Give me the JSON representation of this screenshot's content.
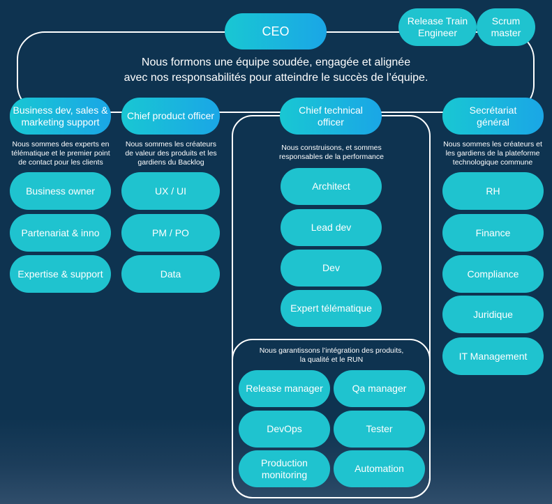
{
  "top": {
    "ceo": "CEO",
    "release_train_engineer": "Release Train\nEngineer",
    "scrum_master": "Scrum\nmaster",
    "mission_line1": "Nous formons une équipe soudée, engagée et alignée",
    "mission_line2": "avec nos responsabilités pour atteindre le succès de l’équipe."
  },
  "columns": {
    "business": {
      "title": "Business dev, sales &\nmarketing support",
      "desc": "Nous sommes des experts en\ntélématique et le premier point\nde contact pour les clients",
      "items": [
        "Business owner",
        "Partenariat & inno",
        "Expertise & support"
      ]
    },
    "product": {
      "title": "Chief product officer",
      "desc": "Nous sommes les créateurs\nde valeur des produits et les\ngardiens du Backlog",
      "items": [
        "UX / UI",
        "PM / PO",
        "Data"
      ]
    },
    "technical": {
      "title": "Chief technical\nofficer",
      "desc": "Nous construisons, et sommes\nresponsables de la performance",
      "items": [
        "Architect",
        "Lead dev",
        "Dev",
        "Expert télématique"
      ],
      "run_desc": "Nous garantissons l’intégration des produits,\nla qualité et le RUN",
      "run_items": [
        "Release manager",
        "Qa manager",
        "DevOps",
        "Tester",
        "Production\nmonitoring",
        "Automation"
      ]
    },
    "secretariat": {
      "title": "Secrétariat\ngénéral",
      "desc": "Nous sommes les créateurs et\nles gardiens de la plateforme\ntechnologique commune",
      "items": [
        "RH",
        "Finance",
        "Compliance",
        "Juridique",
        "IT Management"
      ]
    }
  },
  "colors": {
    "background": "#0e3350",
    "pill": "#1fc3cf",
    "gradient_start": "#19c7d3",
    "gradient_end": "#1aa6e6"
  }
}
